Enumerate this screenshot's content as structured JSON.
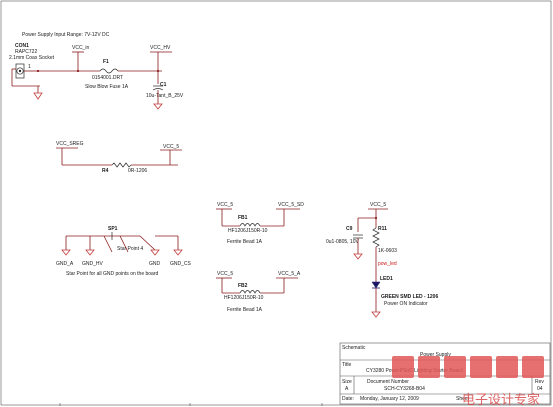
{
  "header": {
    "title": "Power Supply Input Range: 7V-12V DC"
  },
  "connector": {
    "ref": "CON1",
    "part": "RAPC722",
    "desc": "2.1mm Coax Socket",
    "pin": "1"
  },
  "nets": {
    "vcc_in": "VCC_in",
    "vcc_hv": "VCC_HV",
    "vcc_sreg": "VCC_SREG",
    "vcc_5": "VCC_5",
    "vcc_5_sd": "VCC_5_SD",
    "vcc_5_a": "VCC_5_A",
    "gnd_a": "GND_A",
    "gnd_hv": "GND_HV",
    "gnd": "GND",
    "gnd_cs": "GND_CS",
    "pow_led": "pow_led"
  },
  "fuse": {
    "ref": "F1",
    "part": "0154001.DRT",
    "desc": "Slow Blow Fuse 1A"
  },
  "cap_c1": {
    "ref": "C1",
    "value": "10u-Tant_B_25V"
  },
  "r4": {
    "ref": "R4",
    "value": "0R-1206"
  },
  "fb1": {
    "ref": "FB1",
    "part": "HF1206J150R-10",
    "desc": "Ferrite Bead 1A"
  },
  "fb2": {
    "ref": "FB2",
    "part": "HF1206J150R-10",
    "desc": "Ferrite Bead 1A"
  },
  "sp1": {
    "ref": "SP1",
    "label": "Star Point 4",
    "desc": "Star Point for all GND points on the board"
  },
  "c9": {
    "ref": "C9",
    "value": "0u1-0805, 10V"
  },
  "r11": {
    "ref": "R11",
    "value": "1K-0603"
  },
  "led1": {
    "ref": "LED1",
    "part": "GREEN SMD LED - 1206",
    "desc": "Power ON Indicator"
  },
  "title_block": {
    "schematic_label": "Schematic",
    "schematic_value": "Power Supply",
    "title_label": "Title",
    "title_value": "CY3280 PowerPSoC Lighting Starter Board",
    "size_label": "Size",
    "size_value": "A",
    "doc_label": "Document Number",
    "doc_value": "SCH-CY3268-B04",
    "rev_label": "Rev",
    "rev_value": "04",
    "date_label": "Date:",
    "date_value": "Monday, January 12, 2009",
    "sheet_label": "Sheet"
  },
  "watermark": {
    "text": "电子设计专家"
  },
  "colors": {
    "wire": "#8b1a1a",
    "ground": "#c43a3a",
    "text": "#1a1a1a",
    "pow_led": "#cc1a1a",
    "watermark": "#d84a4a"
  }
}
